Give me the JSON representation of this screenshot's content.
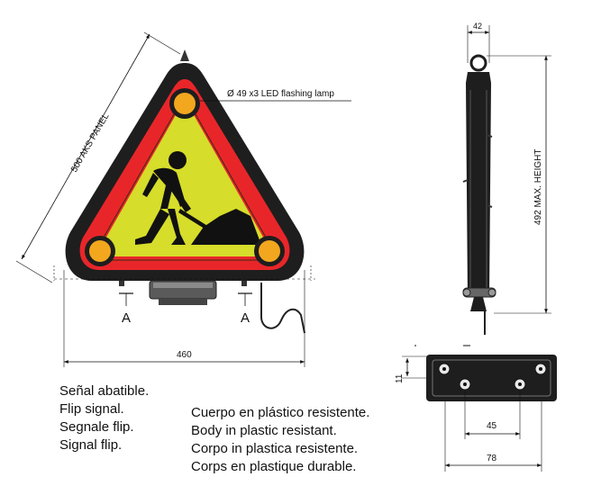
{
  "annotations": {
    "lamp": "Ø 49 x3 LED flashing lamp",
    "panel": "500 AKS PANEL",
    "width": "460",
    "top_width": "42",
    "height": "492 MAX. HEIGHT",
    "base_height": "11",
    "hole_spacing": "45",
    "base_width": "78",
    "section_left": "A",
    "section_right": "A"
  },
  "descriptions": {
    "left": [
      "Señal abatible.",
      "Flip signal.",
      "Segnale flip.",
      "Signal flip."
    ],
    "right": [
      "Cuerpo en plástico resistente.",
      "Body in plastic resistant.",
      "Corpo in plastica resistente.",
      "Corps en plastique durable."
    ]
  },
  "colors": {
    "frame": "#1e1e1e",
    "red": "#e8262a",
    "yellow": "#d6dd2a",
    "lamp": "#f2a71e"
  }
}
